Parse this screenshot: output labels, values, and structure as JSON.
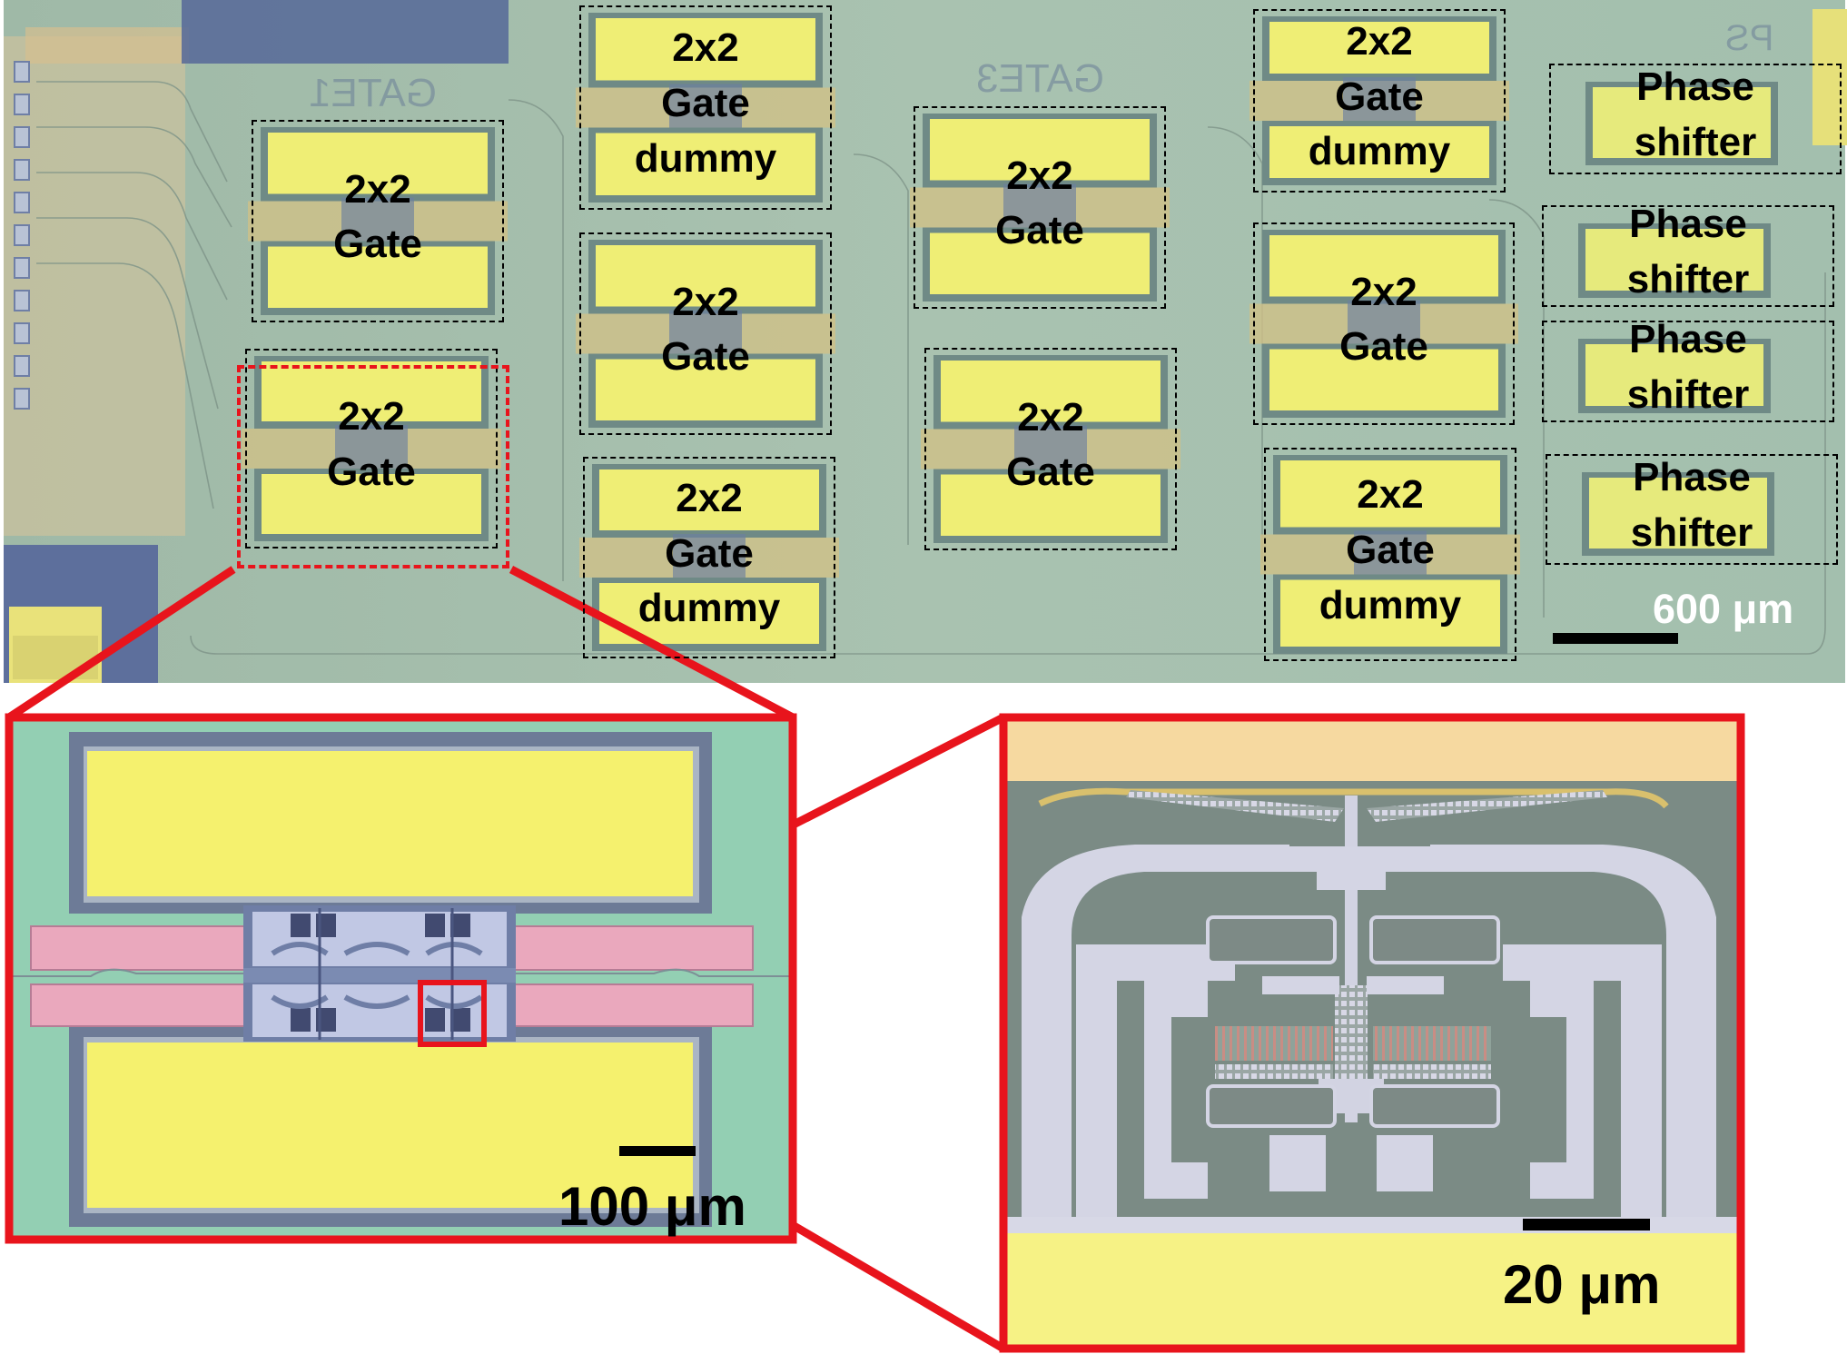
{
  "panels": {
    "overview": {
      "gate_blocks": [
        {
          "lines": [
            "2x2",
            "Gate"
          ]
        },
        {
          "lines": [
            "2x2",
            "Gate"
          ]
        },
        {
          "lines": [
            "2x2",
            "Gate",
            "dummy"
          ]
        },
        {
          "lines": [
            "2x2",
            "Gate"
          ]
        },
        {
          "lines": [
            "2x2",
            "Gate",
            "dummy"
          ]
        },
        {
          "lines": [
            "2x2",
            "Gate"
          ]
        },
        {
          "lines": [
            "2x2",
            "Gate"
          ]
        },
        {
          "lines": [
            "2x2",
            "Gate",
            "dummy"
          ]
        },
        {
          "lines": [
            "2x2",
            "Gate"
          ]
        },
        {
          "lines": [
            "2x2",
            "Gate",
            "dummy"
          ]
        }
      ],
      "phase_shifters": [
        {
          "lines": [
            "Phase",
            "shifter"
          ]
        },
        {
          "lines": [
            "Phase",
            "shifter"
          ]
        },
        {
          "lines": [
            "Phase",
            "shifter"
          ]
        },
        {
          "lines": [
            "Phase",
            "shifter"
          ]
        }
      ],
      "chip_markings": [
        "GATE1",
        "GATE3",
        "PS"
      ],
      "scale_bar": "600 μm"
    },
    "zoom_device": {
      "scale_bar": "100 μm"
    },
    "zoom_detail": {
      "scale_bar": "20 μm"
    }
  },
  "colors": {
    "highlight_red": "#e8141c",
    "chip_background": "#a9c2b0",
    "gold_pad": "#f3f27a",
    "waveguide_pink": "#e9a9b8"
  }
}
